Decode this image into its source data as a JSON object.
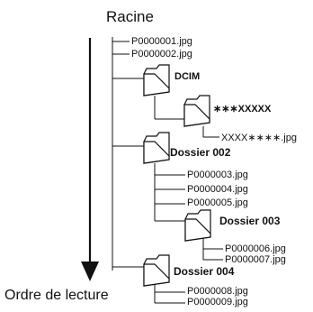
{
  "root_label": "Racine",
  "order_label": "Ordre de lecture",
  "files": {
    "root_1": "P0000001.jpg",
    "root_2": "P0000002.jpg",
    "dcim_sub": "∗∗∗XXXXX",
    "dcim_file": "XXXX∗∗∗∗.jpg",
    "d2_1": "P0000003.jpg",
    "d2_2": "P0000004.jpg",
    "d2_3": "P0000005.jpg",
    "d3_1": "P0000006.jpg",
    "d3_2": "P0000007.jpg",
    "d4_1": "P0000008.jpg",
    "d4_2": "P0000009.jpg"
  },
  "folders": {
    "dcim": "DCIM",
    "dossier_002": "Dossier 002",
    "dossier_003": "Dossier 003",
    "dossier_004": "Dossier 004"
  }
}
